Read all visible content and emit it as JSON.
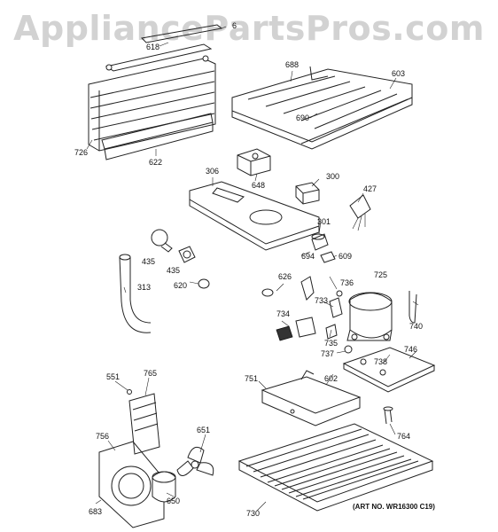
{
  "watermark": "AppliancePartsPros.com",
  "art_number": "(ART NO. WR16300 C19)",
  "parts": {
    "p6": "6",
    "p618": "618",
    "p688": "688",
    "p603": "603",
    "p690": "690",
    "p726": "726",
    "p622": "622",
    "p306": "306",
    "p648": "648",
    "p300": "300",
    "p427": "427",
    "p301": "301",
    "p694": "694",
    "p609": "609",
    "p435a": "435",
    "p435b": "435",
    "p620": "620",
    "p313": "313",
    "p626": "626",
    "p733": "733",
    "p736": "736",
    "p725": "725",
    "p740": "740",
    "p734": "734",
    "p735": "735",
    "p737": "737",
    "p738": "738",
    "p746": "746",
    "p602": "602",
    "p551": "551",
    "p765": "765",
    "p751": "751",
    "p764": "764",
    "p651": "651",
    "p756": "756",
    "p650": "650",
    "p683": "683",
    "p730": "730"
  }
}
